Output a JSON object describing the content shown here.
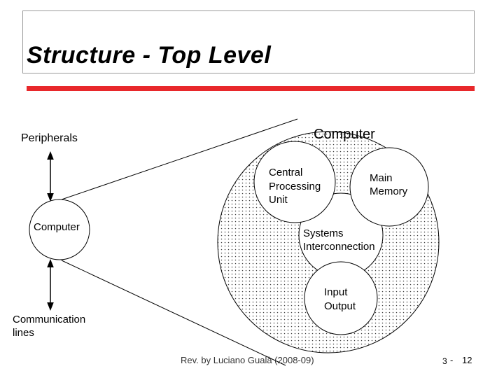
{
  "slide": {
    "title": "Structure - Top Level",
    "footer_credit": "Rev. by Luciano Gualà (2008-09)",
    "page_section": "3",
    "page_dash": "-",
    "page_number": "12",
    "accent_color": "#e8282b"
  },
  "diagram": {
    "peripherals": "Peripherals",
    "computer_small": "Computer",
    "communication_lines": "Communication\nlines",
    "computer_big": "Computer",
    "cpu": "Central\nProcessing\nUnit",
    "main_memory": "Main\nMemory",
    "systems_interconnection": "Systems\nInterconnection",
    "input_output": "Input\nOutput"
  }
}
